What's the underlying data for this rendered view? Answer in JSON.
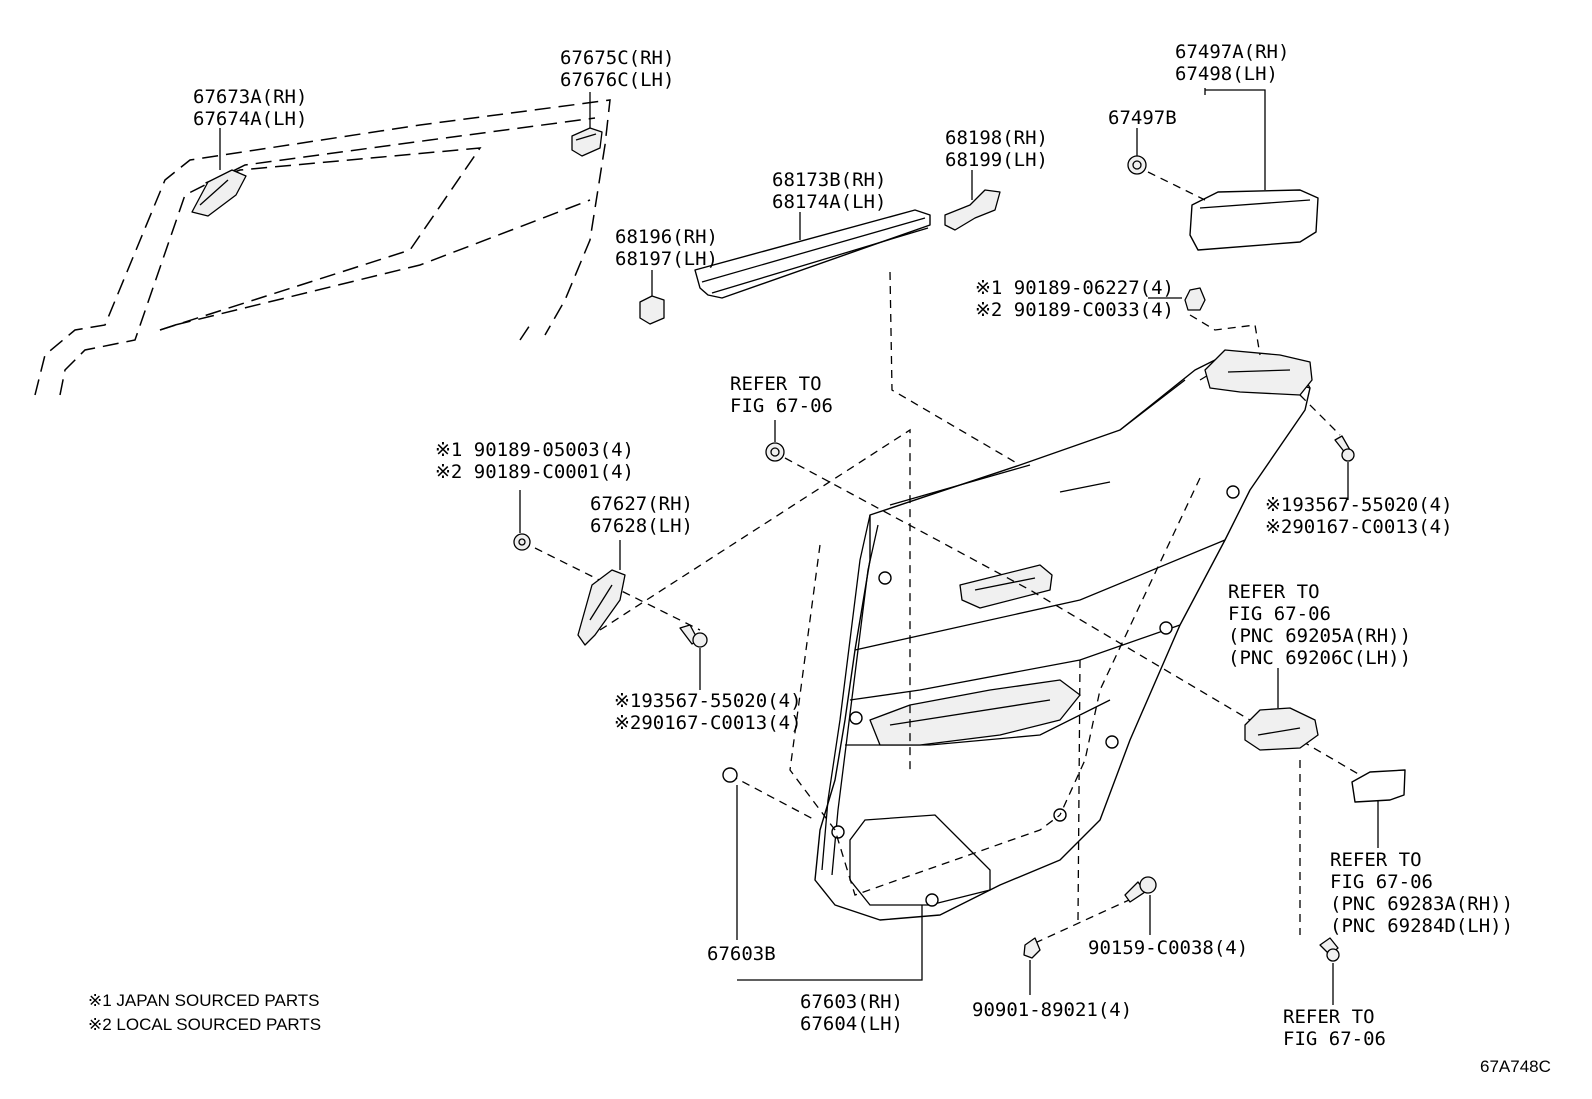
{
  "labels": {
    "p67675": [
      "67675C(RH)",
      "67676C(LH)"
    ],
    "p67673": [
      "67673A(RH)",
      "67674A(LH)"
    ],
    "p67497a": [
      "67497A(RH)",
      "67498(LH)"
    ],
    "p67497b": "67497B",
    "p68198": [
      "68198(RH)",
      "68199(LH)"
    ],
    "p68173": [
      "68173B(RH)",
      "68174A(LH)"
    ],
    "p68196": [
      "68196(RH)",
      "68197(LH)"
    ],
    "clip_top": [
      "※1 90189-06227(4)",
      "※2 90189-C0033(4)"
    ],
    "refer1": [
      "REFER TO",
      "FIG 67-06"
    ],
    "clip_left": [
      "※1 90189-05003(4)",
      "※2 90189-C0001(4)"
    ],
    "p67627": [
      "67627(RH)",
      "67628(LH)"
    ],
    "screw_right": [
      "※193567-55020(4)",
      "※290167-C0013(4)"
    ],
    "refer_handle": [
      "REFER TO",
      "FIG 67-06",
      "(PNC 69205A(RH))",
      "(PNC 69206C(LH))"
    ],
    "screw_left": [
      "※193567-55020(4)",
      "※290167-C0013(4)"
    ],
    "refer_switch": [
      "REFER TO",
      "FIG 67-06",
      "(PNC 69283A(RH))",
      "(PNC 69284D(LH))"
    ],
    "p67603b": "67603B",
    "p90159": "90159-C0038(4)",
    "p67603": [
      "67603(RH)",
      "67604(LH)"
    ],
    "p90901": "90901-89021(4)",
    "refer_bottom": [
      "REFER TO",
      "FIG 67-06"
    ],
    "notes": [
      "※1 JAPAN SOURCED PARTS",
      "※2 LOCAL SOURCED PARTS"
    ],
    "fig_code": "67A748C"
  }
}
